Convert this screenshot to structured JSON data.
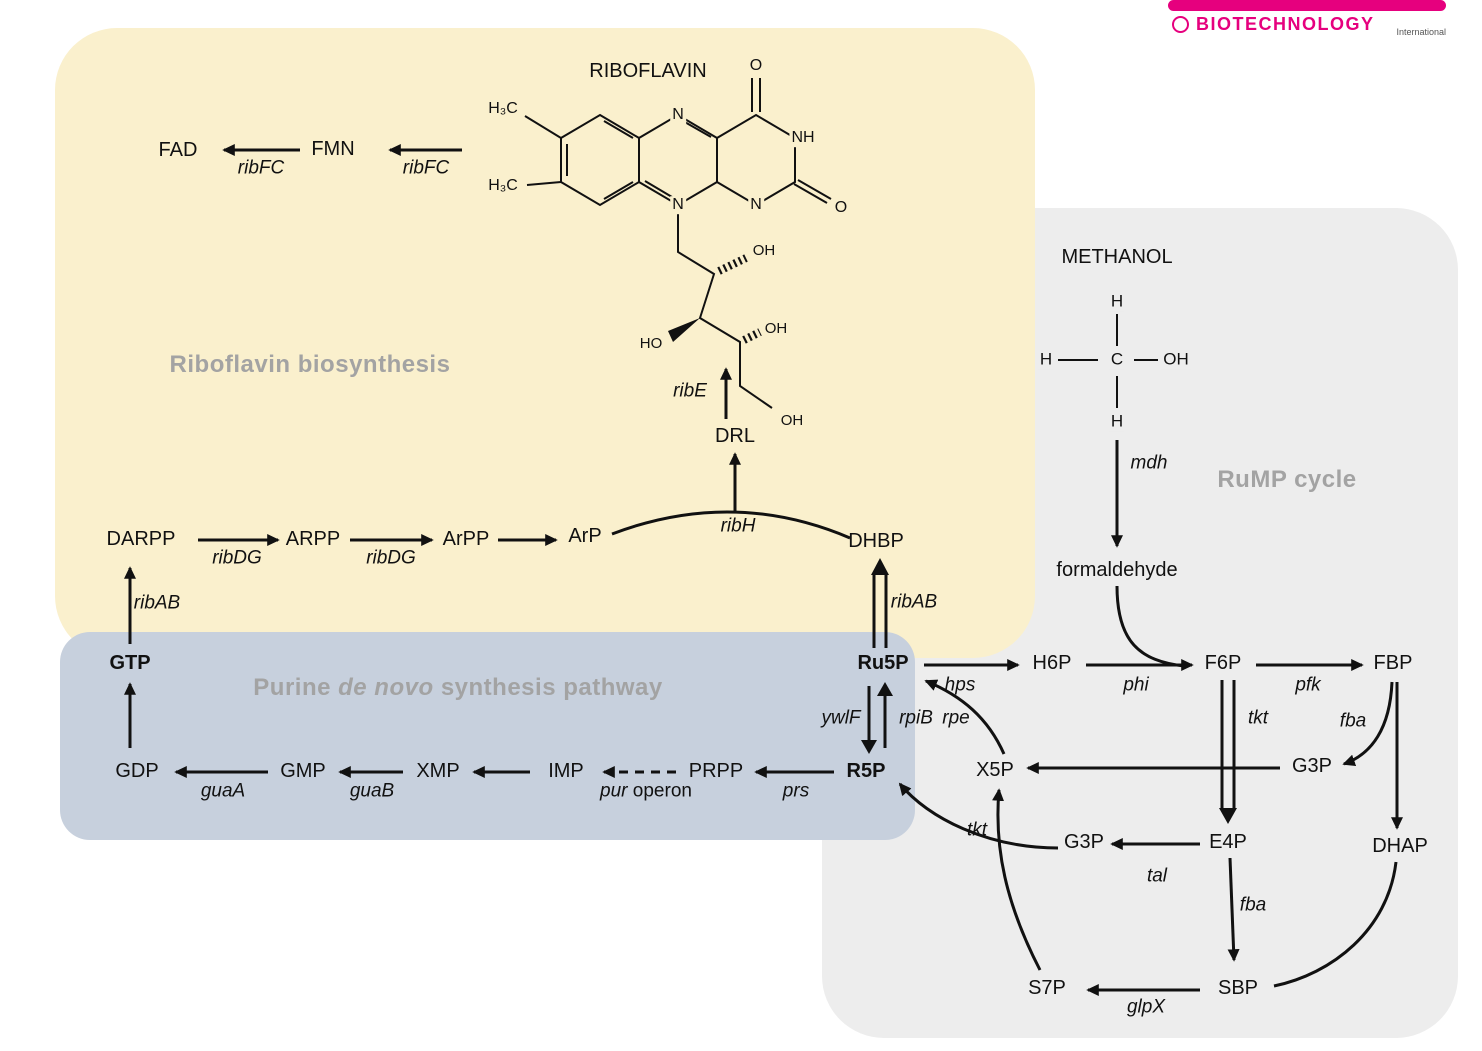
{
  "logo": {
    "name": "BIOTECHNOLOGY",
    "subtitle": "International"
  },
  "regions": {
    "riboflavin": {
      "title": "Riboflavin biosynthesis",
      "bg": "#FAF0CD"
    },
    "purine": {
      "title_pre": "Purine ",
      "title_italic": "de novo",
      "title_post": " synthesis pathway",
      "bg": "#C7D0DD"
    },
    "rump": {
      "title": "RuMP cycle",
      "bg": "#EDEDED"
    }
  },
  "metabolites": {
    "riboflavin_header": "RIBOFLAVIN",
    "fad": "FAD",
    "fmn": "FMN",
    "darpp": "DARPP",
    "arpp": "ARPP",
    "arpp_small": "ArPP",
    "arp": "ArP",
    "drl": "DRL",
    "dhbp": "DHBP",
    "gtp": "GTP",
    "gdp": "GDP",
    "gmp": "GMP",
    "xmp": "XMP",
    "imp": "IMP",
    "prpp": "PRPP",
    "r5p": "R5P",
    "ru5p": "Ru5P",
    "methanol": "METHANOL",
    "formaldehyde": "formaldehyde",
    "h6p": "H6P",
    "f6p": "F6P",
    "fbp": "FBP",
    "x5p": "X5P",
    "g3p_right": "G3P",
    "g3p_lower": "G3P",
    "e4p": "E4P",
    "dhap": "DHAP",
    "s7p": "S7P",
    "sbp": "SBP"
  },
  "enzymes": {
    "ribfc_1": "ribFC",
    "ribfc_2": "ribFC",
    "ribdg_1": "ribDG",
    "ribdg_2": "ribDG",
    "ribh": "ribH",
    "ribe": "ribE",
    "ribab_left": "ribAB",
    "ribab_right": "ribAB",
    "guaa": "guaA",
    "guab": "guaB",
    "pur_italic": "pur",
    "pur_rest": " operon",
    "prs": "prs",
    "mdh": "mdh",
    "hps": "hps",
    "phi": "phi",
    "pfk": "pfk",
    "ywlf": "ywlF",
    "rpib": "rpiB",
    "rpe": "rpe",
    "tkt_upper": "tkt",
    "tkt_lower": "tkt",
    "fba_upper": "fba",
    "fba_lower": "fba",
    "tal": "tal",
    "glpx": "glpX"
  },
  "atoms": {
    "h3c_top": "H₃C",
    "h3c_bottom": "H₃C",
    "n_top": "N",
    "n_bottom": "N",
    "n_right": "N",
    "nh": "NH",
    "o_top": "O",
    "o_right": "O",
    "oh_c2": "OH",
    "ho_c3": "HO",
    "oh_c4": "OH",
    "oh_c5": "OH",
    "meth_h_top": "H",
    "meth_h_left": "H",
    "meth_c": "C",
    "meth_oh": "OH",
    "meth_h_bottom": "H"
  }
}
